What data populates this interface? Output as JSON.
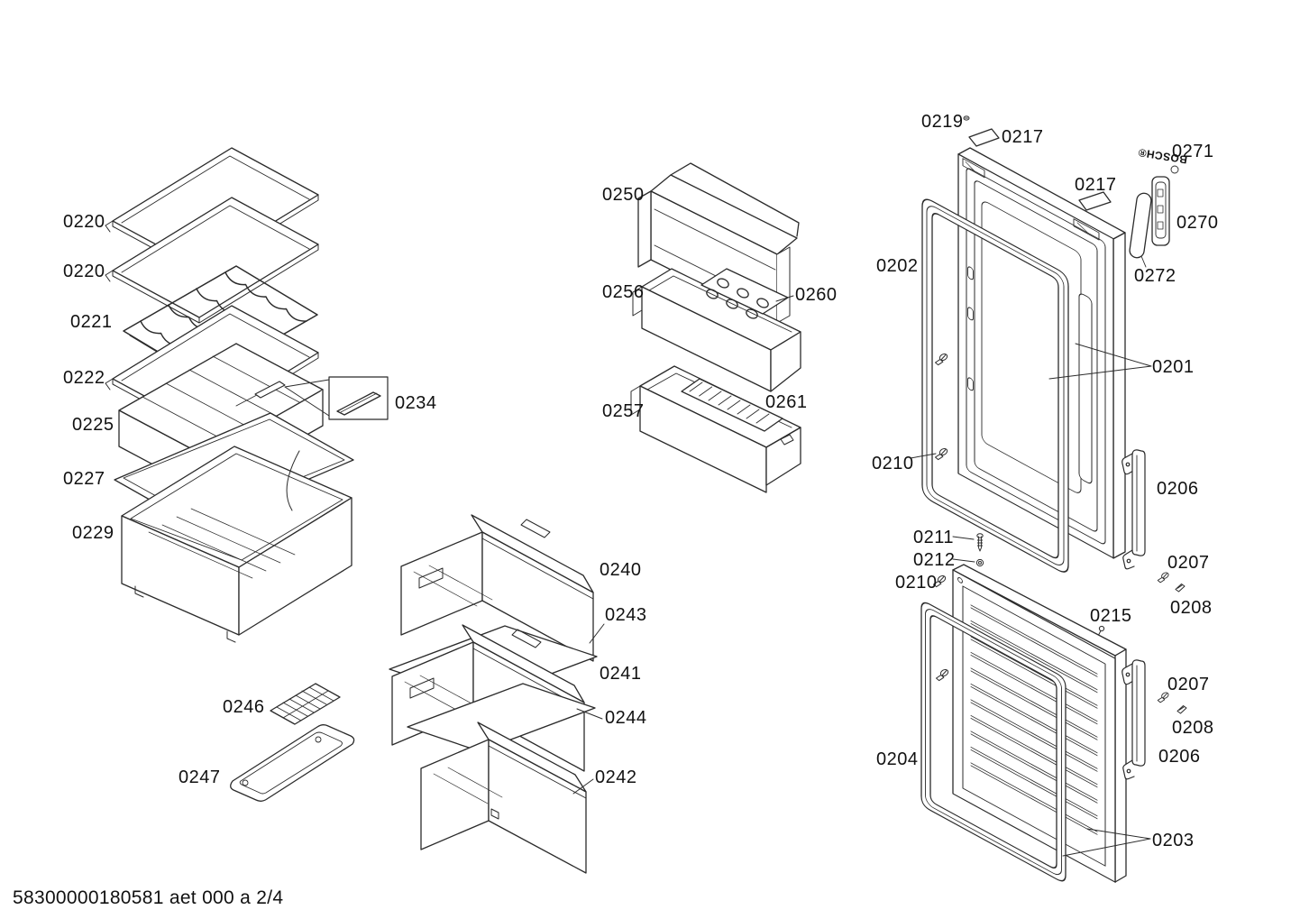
{
  "diagram": {
    "title_hint": "refrigerator exploded parts diagram",
    "footer_code": "58300000180581 aet 000 a 2/4",
    "brand_logo": "BOSCH®",
    "line_color": "#2b2b2b",
    "labels": {
      "s0220a": "0220",
      "s0220b": "0220",
      "s0221": "0221",
      "s0222": "0222",
      "s0225": "0225",
      "s0227": "0227",
      "s0229": "0229",
      "s0234": "0234",
      "s0246": "0246",
      "s0247": "0247",
      "s0240": "0240",
      "s0243": "0243",
      "s0241": "0241",
      "s0244": "0244",
      "s0242": "0242",
      "s0250": "0250",
      "s0256": "0256",
      "s0260": "0260",
      "s0257": "0257",
      "s0261": "0261",
      "s0219": "0219",
      "s0217a": "0217",
      "s0217b": "0217",
      "s0271": "0271",
      "s0270": "0270",
      "s0272": "0272",
      "s0202": "0202",
      "s0201": "0201",
      "s0210a": "0210",
      "s0210b": "0210",
      "s0211": "0211",
      "s0212": "0212",
      "s0215": "0215",
      "s0206a": "0206",
      "s0206b": "0206",
      "s0207a": "0207",
      "s0207b": "0207",
      "s0208a": "0208",
      "s0208b": "0208",
      "s0204": "0204",
      "s0203": "0203"
    }
  }
}
